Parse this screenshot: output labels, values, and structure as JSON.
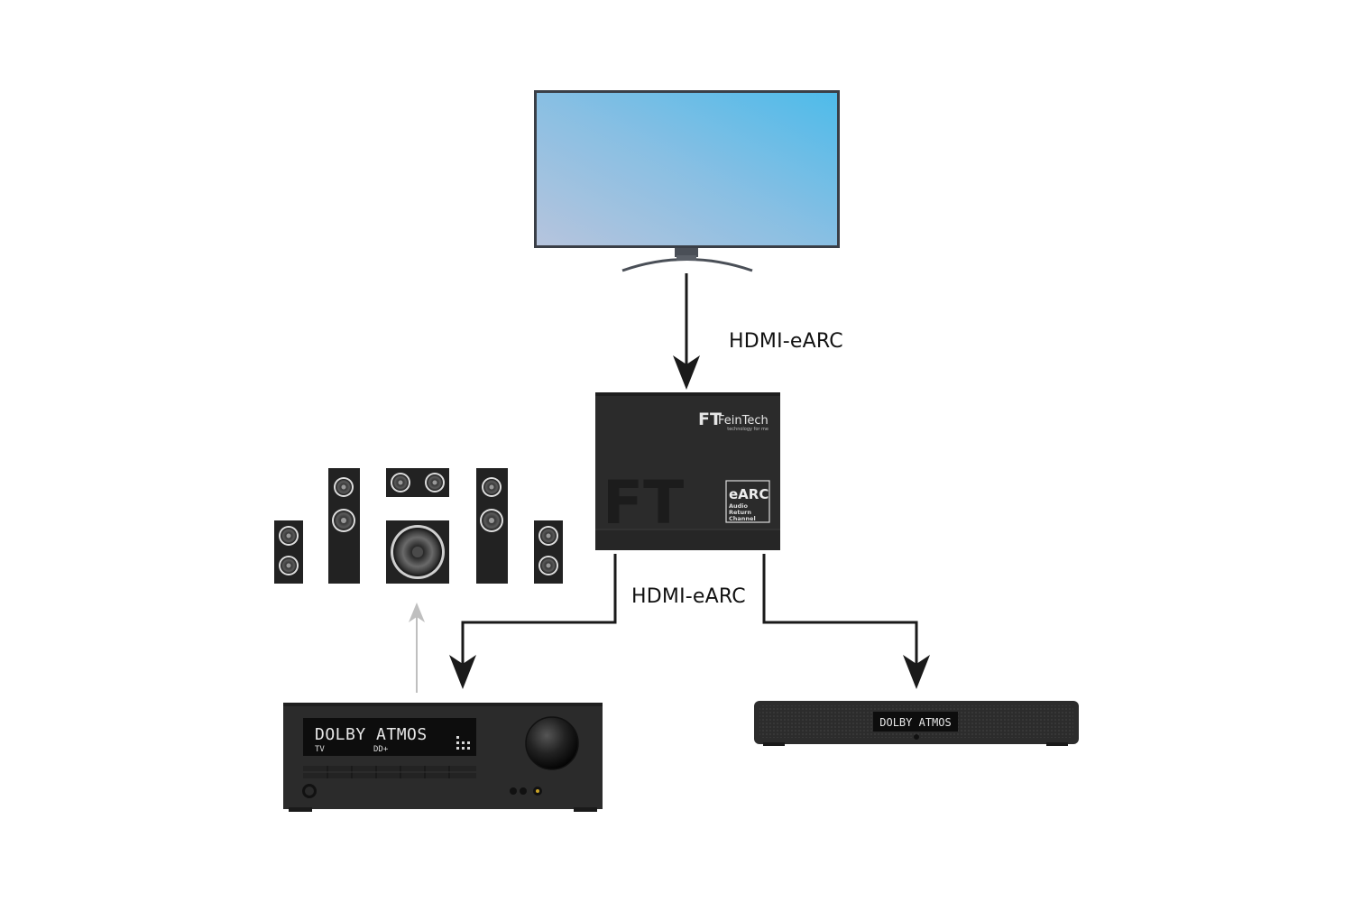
{
  "diagram": {
    "connections": {
      "tv_to_extractor_label": "HDMI-eARC",
      "extractor_to_outputs_label": "HDMI-eARC"
    },
    "extractor": {
      "brand": "FeinTech",
      "tagline": "technology for me",
      "logo_mark": "FT",
      "badge_title": "eARC",
      "badge_lines": [
        "Audio",
        "Return",
        "Channel"
      ]
    },
    "av_receiver": {
      "display_main": "DOLBY ATMOS",
      "display_left_small": "TV",
      "display_mid_small": "DD+"
    },
    "soundbar": {
      "display": "DOLBY ATMOS"
    },
    "colors": {
      "device_body": "#2a2a2a",
      "screen_gradient_start": "#b6c4dd",
      "screen_gradient_end": "#4ebbea",
      "arrow": "#1a1a1a",
      "faint_arrow": "#bfbfbf",
      "vfd_text": "#e8e8e8"
    }
  }
}
